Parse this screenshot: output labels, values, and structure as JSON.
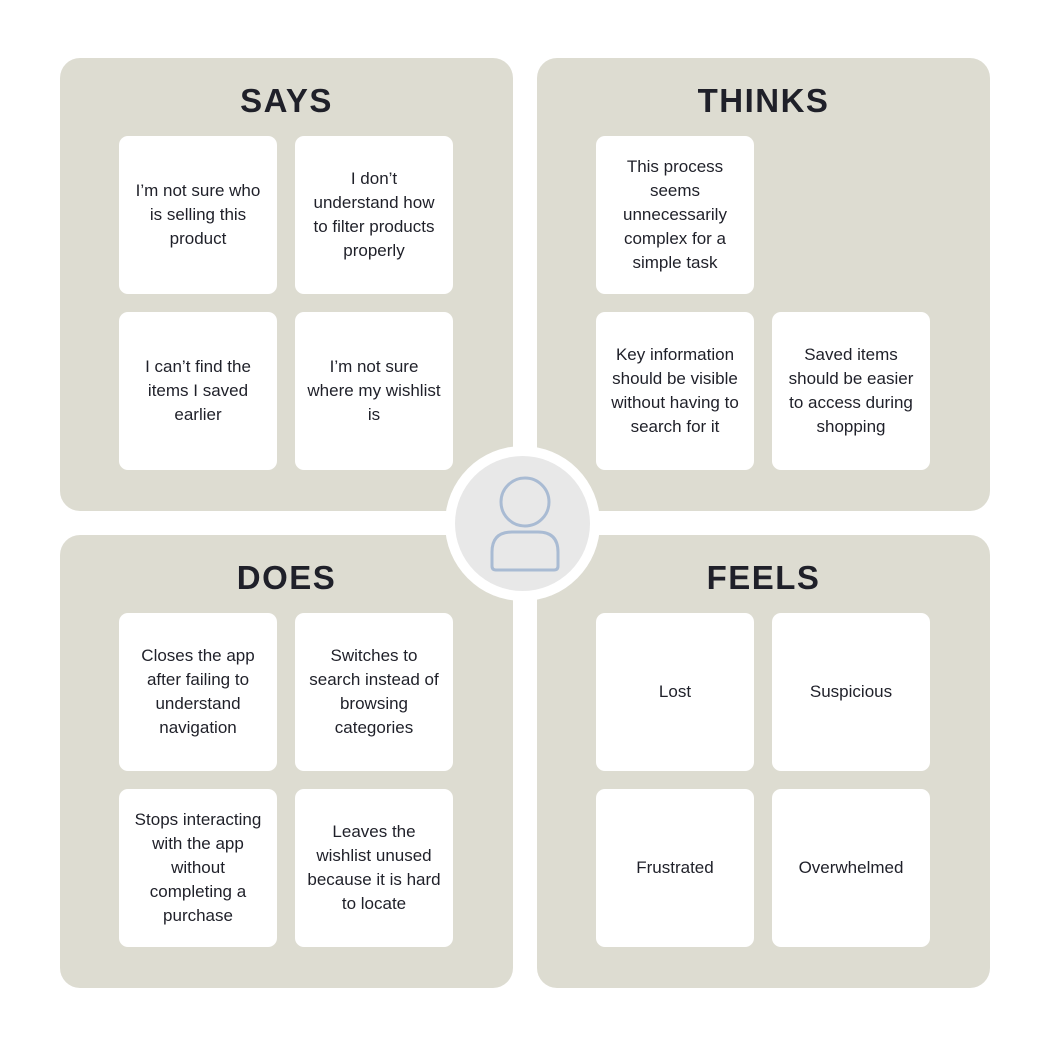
{
  "quadrants": {
    "says": {
      "title": "SAYS",
      "cards": [
        "I’m not sure who is selling this product",
        "I don’t understand how to filter products properly",
        "I can’t find the items I saved earlier",
        "I’m not sure where my wishlist is"
      ]
    },
    "thinks": {
      "title": "THINKS",
      "cards": [
        "This process seems unnecessarily complex for a simple task",
        "Key information should be visible without having to search for it",
        "Saved items should be easier to access during shopping"
      ]
    },
    "does": {
      "title": "DOES",
      "cards": [
        "Closes the app after failing to understand navigation",
        "Switches to search instead of browsing categories",
        "Stops interacting with the app without completing a purchase",
        "Leaves the wishlist unused because it is hard to locate"
      ]
    },
    "feels": {
      "title": "FEELS",
      "cards": [
        "Lost",
        "Suspicious",
        "Frustrated",
        "Overwhelmed"
      ]
    }
  },
  "center": {
    "icon": "user-icon"
  },
  "colors": {
    "quadrant_bg": "#dddcd1",
    "card_bg": "#ffffff",
    "text": "#1f2029",
    "icon_stroke": "#a9bbd3",
    "center_bg": "#e8e8e8"
  }
}
